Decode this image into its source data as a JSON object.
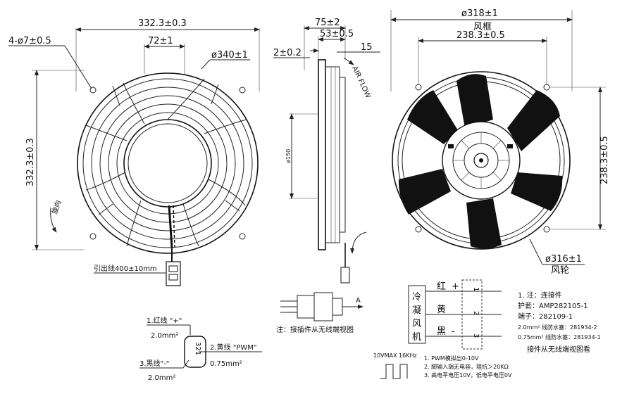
{
  "front_view": {
    "dim_width": "332.3±0.3",
    "dim_holes": "4-ø7±0.5",
    "dim_hub": "72±1",
    "dim_outer": "ø340±1",
    "dim_height": "332.3±0.3",
    "rotation": "旋向",
    "lead_wire": "引出线400±10mm"
  },
  "side_view": {
    "dim_depth": "75±2",
    "dim_motor": "53±0.5",
    "dim_flange": "2±0.2",
    "dim_15": "15",
    "airflow": "AIR FLOW",
    "dim_150": "ø150",
    "arrow_a": "A",
    "connector_caption": "注：接插件从无线端视图"
  },
  "rear_view": {
    "dim_frame": "ø318±1",
    "frame_label": "风框",
    "dim_holes_w": "238.3±0.5",
    "dim_holes_h": "238.3±0.5",
    "dim_wheel": "ø316±1",
    "wheel_label": "风轮"
  },
  "wire_table": {
    "device_label": [
      "冷",
      "凝",
      "风",
      "机"
    ],
    "rows": [
      {
        "color": "红",
        "sign": "+",
        "pin": "1"
      },
      {
        "color": "黄",
        "sign": "",
        "pin": "2"
      },
      {
        "color": "黑",
        "sign": "-",
        "pin": "3"
      }
    ]
  },
  "notes": {
    "n1": "1. 注：连接件",
    "n2": "护套：AMP282105-1",
    "n3": "端子：282109-1",
    "n4": "2.0mm² 线防水塞：281934-2",
    "n5": "0.75mm² 线防水塞：281934-1",
    "n6": "接件从无线端视图看"
  },
  "pwm": {
    "signal": "10VMAX 16KHz",
    "p1": "1. PWM模拟出0-10V",
    "p2": "2. 脚输入端无电容，阻抗＞20KΩ",
    "p3": "3. 高电平电压10V，低电平电压0V"
  },
  "connector_pins": {
    "red": "1.红线 \"+\"",
    "red_size": "2.0mm²",
    "yellow": "2.黄线 \"PWM\"",
    "yellow_size": "0.75mm²",
    "black": "3.黑线\"-\"",
    "black_size": "2.0mm²",
    "pin_numbers": "321"
  }
}
